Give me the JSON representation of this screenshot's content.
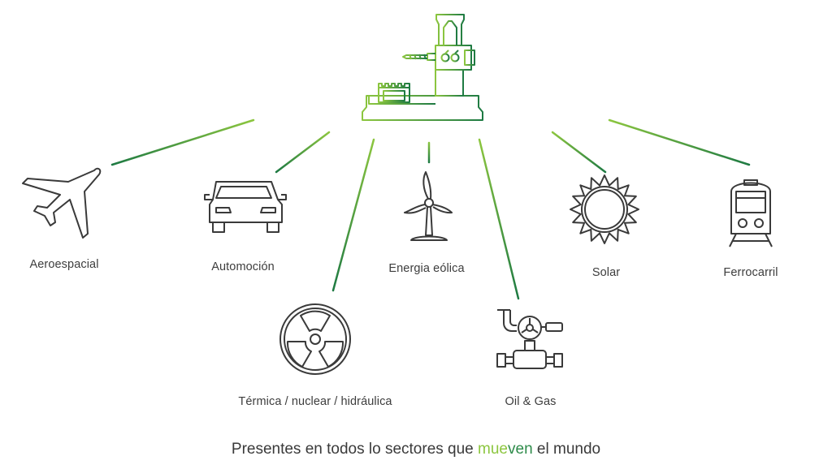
{
  "colors": {
    "accent_light": "#8cc63f",
    "accent_dark": "#1e7a43",
    "icon_stroke": "#3a3a3a"
  },
  "center_icon": "milling-machine-icon",
  "sectors": [
    {
      "key": "aero",
      "label": "Aeroespacial",
      "icon": "airplane-icon"
    },
    {
      "key": "auto",
      "label": "Automoción",
      "icon": "car-icon"
    },
    {
      "key": "thermal",
      "label": "Térmica / nuclear / hidráulica",
      "icon": "radiation-icon"
    },
    {
      "key": "wind",
      "label": "Energia eólica",
      "icon": "wind-turbine-icon"
    },
    {
      "key": "oil",
      "label": "Oil & Gas",
      "icon": "pipeline-valve-icon"
    },
    {
      "key": "solar",
      "label": "Solar",
      "icon": "sun-icon"
    },
    {
      "key": "rail",
      "label": "Ferrocarril",
      "icon": "train-icon"
    }
  ],
  "tagline": {
    "before": "Presentes en todos lo sectores que ",
    "highlight_a": "mue",
    "highlight_b": "ven",
    "after": " el mundo"
  }
}
